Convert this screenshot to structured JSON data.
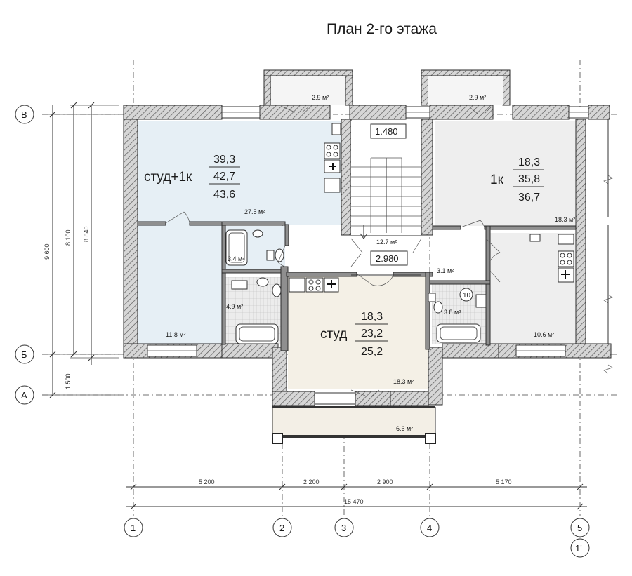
{
  "title": "План 2-го этажа",
  "apartments": [
    {
      "name": "студ+1к",
      "living": "39,3",
      "total": "42,7",
      "full": "43,6"
    },
    {
      "name": "1к",
      "living": "18,3",
      "total": "35,8",
      "full": "36,7"
    },
    {
      "name": "студ",
      "living": "18,3",
      "total": "23,2",
      "full": "25,2"
    }
  ],
  "rooms": [
    {
      "label": "2.9 м²"
    },
    {
      "label": "2.9 м²"
    },
    {
      "label": "27.5 м²"
    },
    {
      "label": "18.3 м²"
    },
    {
      "label": "12.7 м²"
    },
    {
      "label": "3.4 м²"
    },
    {
      "label": "4.9 м²"
    },
    {
      "label": "11.8 м²"
    },
    {
      "label": "3.1 м²"
    },
    {
      "label": "3.8 м²"
    },
    {
      "label": "10.6 м²"
    },
    {
      "label": "18.3 м²"
    },
    {
      "label": "6.6 м²"
    }
  ],
  "levels": [
    "1.480",
    "2.980"
  ],
  "room_number": "10",
  "bottom_dimensions": [
    "5 200",
    "2 200",
    "2 900",
    "5 170"
  ],
  "total_dimension": "15 470",
  "left_dimensions": [
    "9 600",
    "8 100",
    "8 840",
    "1 500"
  ],
  "column_axes": [
    "1",
    "2",
    "3",
    "4",
    "5",
    "1'"
  ],
  "row_axes": [
    "В",
    "Б",
    "А"
  ],
  "colors": {
    "studio_plus": "#e6eff5",
    "one_room": "#eeeeee",
    "studio": "#f4f0e6",
    "balcony": "#f3efe6",
    "wet": "#e6e6e6",
    "hall": "#ffffff"
  }
}
